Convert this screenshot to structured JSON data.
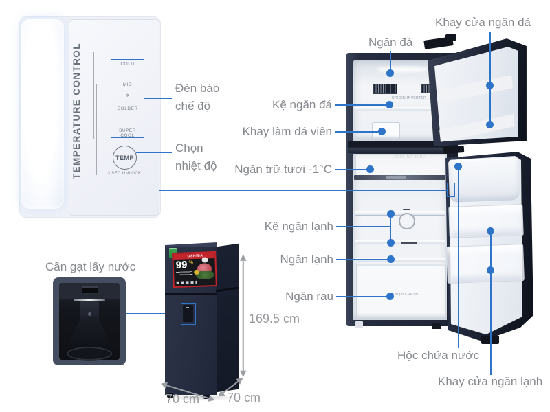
{
  "colors": {
    "accent": "#2e74c9",
    "label_gray": "#86898e"
  },
  "panel": {
    "title_vertical": "TEMPERATURE CONTROL",
    "modes": [
      "COLD",
      "MID",
      "COLDER",
      "SUPER COOL"
    ],
    "snowflake": "❄",
    "button": "TEMP",
    "unlock": "3 SEC UNLOCK"
  },
  "callouts_left": {
    "mode_indicator": "Đèn báo\nchế độ",
    "temp_select": "Chọn\nnhiệt độ",
    "water_lever": "Cần gạt lấy nước"
  },
  "dimensions": {
    "height": "169.5 cm",
    "width": "70 cm",
    "depth": "70 cm"
  },
  "fridge_labels": {
    "freezer_door_tray": "Khay cửa ngăn đá",
    "freezer": "Ngăn đá",
    "freezer_shelf": "Kệ ngăn đá",
    "ice_maker_tray": "Khay làm đá viên",
    "chill_zone": "Ngăn trữ tươi -1°C",
    "fridge_shelf": "Kệ ngăn lạnh",
    "fridge_compartment": "Ngăn lạnh",
    "veg_drawer": "Ngăn rau",
    "water_box": "Hộc chứa nước",
    "fridge_door_tray": "Khay cửa ngăn lạnh"
  },
  "interior_texts": {
    "origin_inverter": "ORIGIN INVERTER",
    "cooling_zone": "COOLING ZONE",
    "origin_fresh": "Origin FRESH"
  },
  "sticker": {
    "brand": "TOSHIBA",
    "number": "99",
    "percent": "%"
  }
}
